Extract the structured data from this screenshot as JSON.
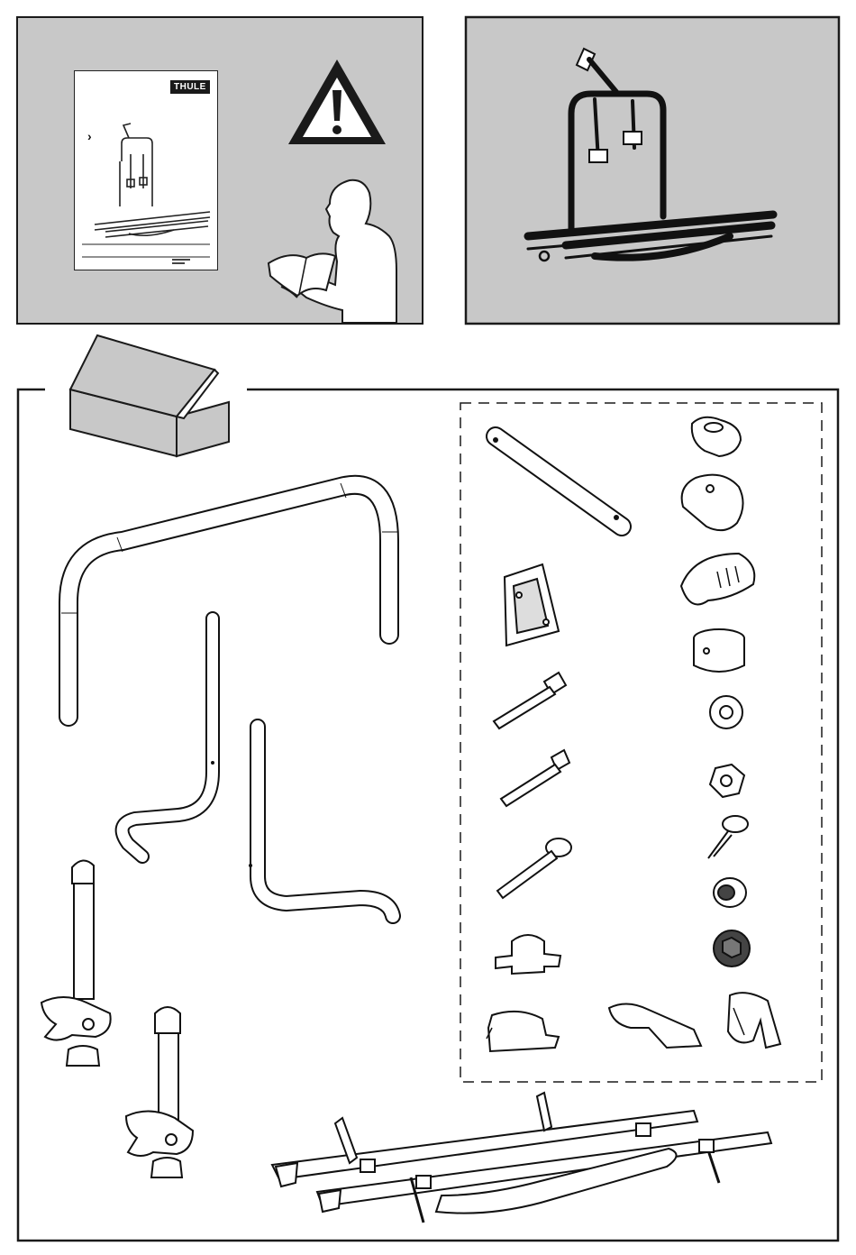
{
  "manual": {
    "logo_text": "THULE",
    "chevron": "›"
  },
  "icons": {
    "warning": "warning-triangle-icon",
    "reader": "person-reading-icon",
    "box": "packaging-box-icon"
  },
  "colors": {
    "panel_bg": "#c8c8c8",
    "ink": "#1a1a1a",
    "page_bg": "#ffffff"
  },
  "parts": [
    "u-frame-tube",
    "support-arm-left",
    "support-arm-right",
    "wheel-holder-short",
    "wheel-holder-long",
    "rail-assembly",
    "connection-tube",
    "star-knob",
    "tube-clamp",
    "mounting-bracket",
    "rubber-clamp",
    "spacer-ring",
    "bolt-long",
    "bolt-medium",
    "carriage-bolt",
    "washer",
    "hex-nut",
    "self-tapping-screw",
    "rubber-washer",
    "lock-nut",
    "u-clip-small",
    "u-clip-large",
    "strap-buckle",
    "rubber-strap-roll"
  ]
}
